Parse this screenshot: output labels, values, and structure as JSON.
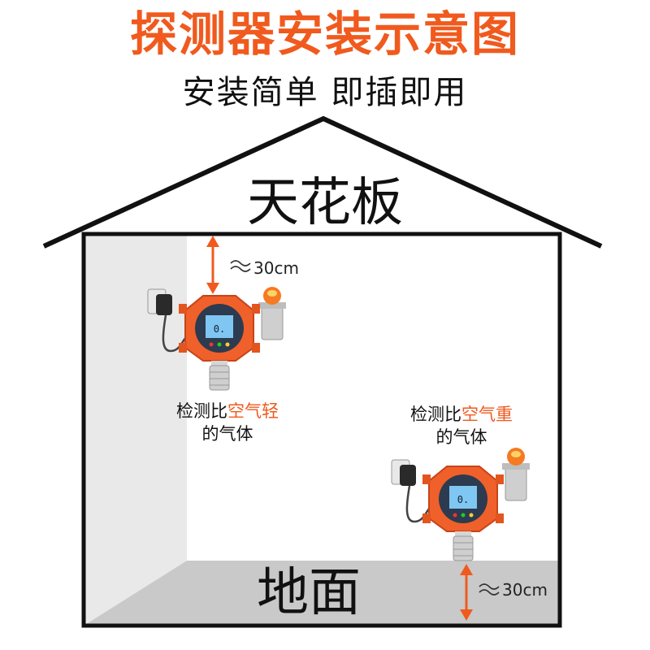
{
  "title": "探测器安装示意图",
  "subtitle": "安装简单 即插即用",
  "ceiling_label": "天花板",
  "floor_label": "地面",
  "top_distance": "30cm",
  "bottom_distance": "30cm",
  "light_gas": {
    "prefix": "检测比",
    "highlight": "空气轻",
    "line2": "的气体"
  },
  "heavy_gas": {
    "prefix": "检测比",
    "highlight": "空气重",
    "line2": "的气体"
  },
  "detector_display": "0",
  "colors": {
    "accent": "#f05a1e",
    "detector_body": "#f0602a",
    "floor_shade": "#c9c9c9",
    "wall_shade": "#e6e6e6"
  }
}
